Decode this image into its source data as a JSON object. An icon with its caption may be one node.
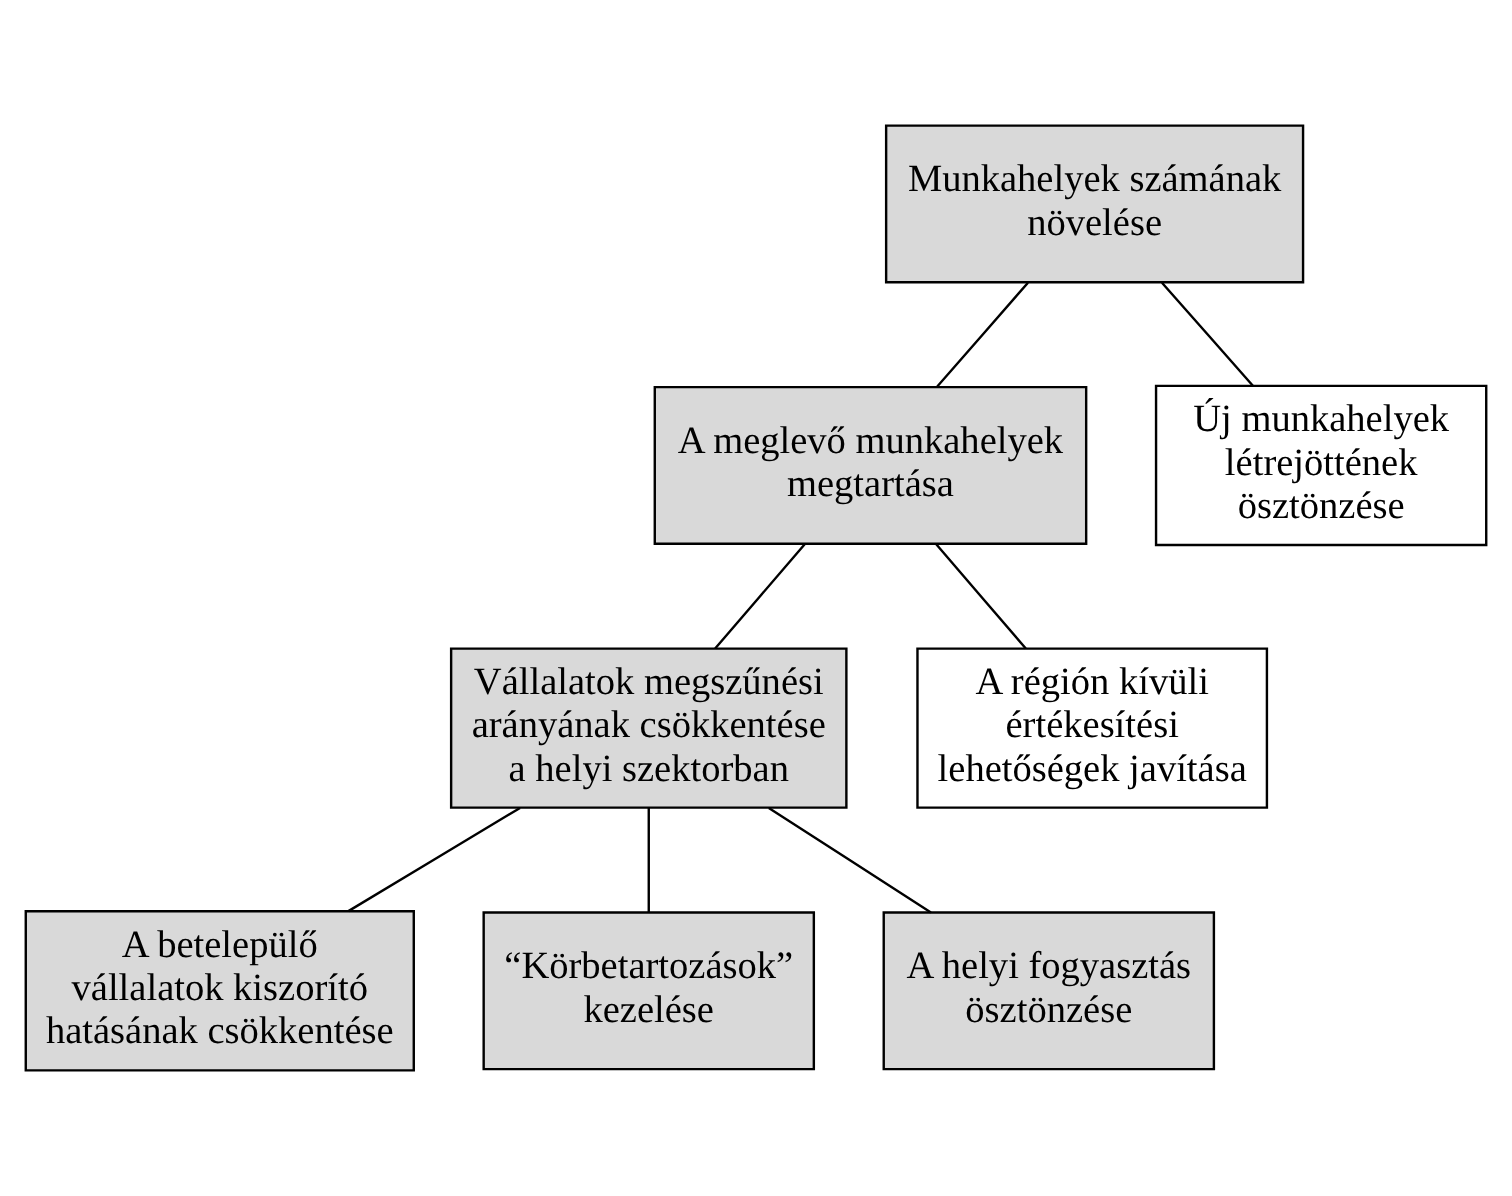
{
  "diagram": {
    "nodes": [
      {
        "text": [
          "Munkahelyek számának növelése"
        ]
      },
      {
        "text": [
          "A meglevő munkahelyek megtartása"
        ]
      },
      {
        "text": [
          "Új munkahelyek létrejöttének ösztönzése"
        ]
      },
      {
        "text": [
          "Vállalatok megszűnési arányának csökkentése a helyi szektorban"
        ]
      },
      {
        "text": [
          "A régión kívüli értékesítési lehetőségek javítása"
        ]
      },
      {
        "text": [
          "A betelepülő vállalatok kiszorító hatásának csökkentése"
        ]
      },
      {
        "text": [
          "“Körbetartozások” kezelése"
        ]
      },
      {
        "text": [
          "A helyi fogyasztás ösztönzése"
        ]
      }
    ],
    "edges": [
      {
        "from": 0,
        "to": 1,
        "arrow": "none"
      },
      {
        "from": 0,
        "to": 2,
        "arrow": "none"
      },
      {
        "from": 1,
        "to": 3,
        "arrow": "none"
      },
      {
        "from": 1,
        "to": 4,
        "arrow": "none"
      },
      {
        "from": 3,
        "to": 5,
        "arrow": "none"
      },
      {
        "from": 3,
        "to": 6,
        "arrow": "none"
      },
      {
        "from": 3,
        "to": 7,
        "arrow": "none"
      }
    ]
  }
}
